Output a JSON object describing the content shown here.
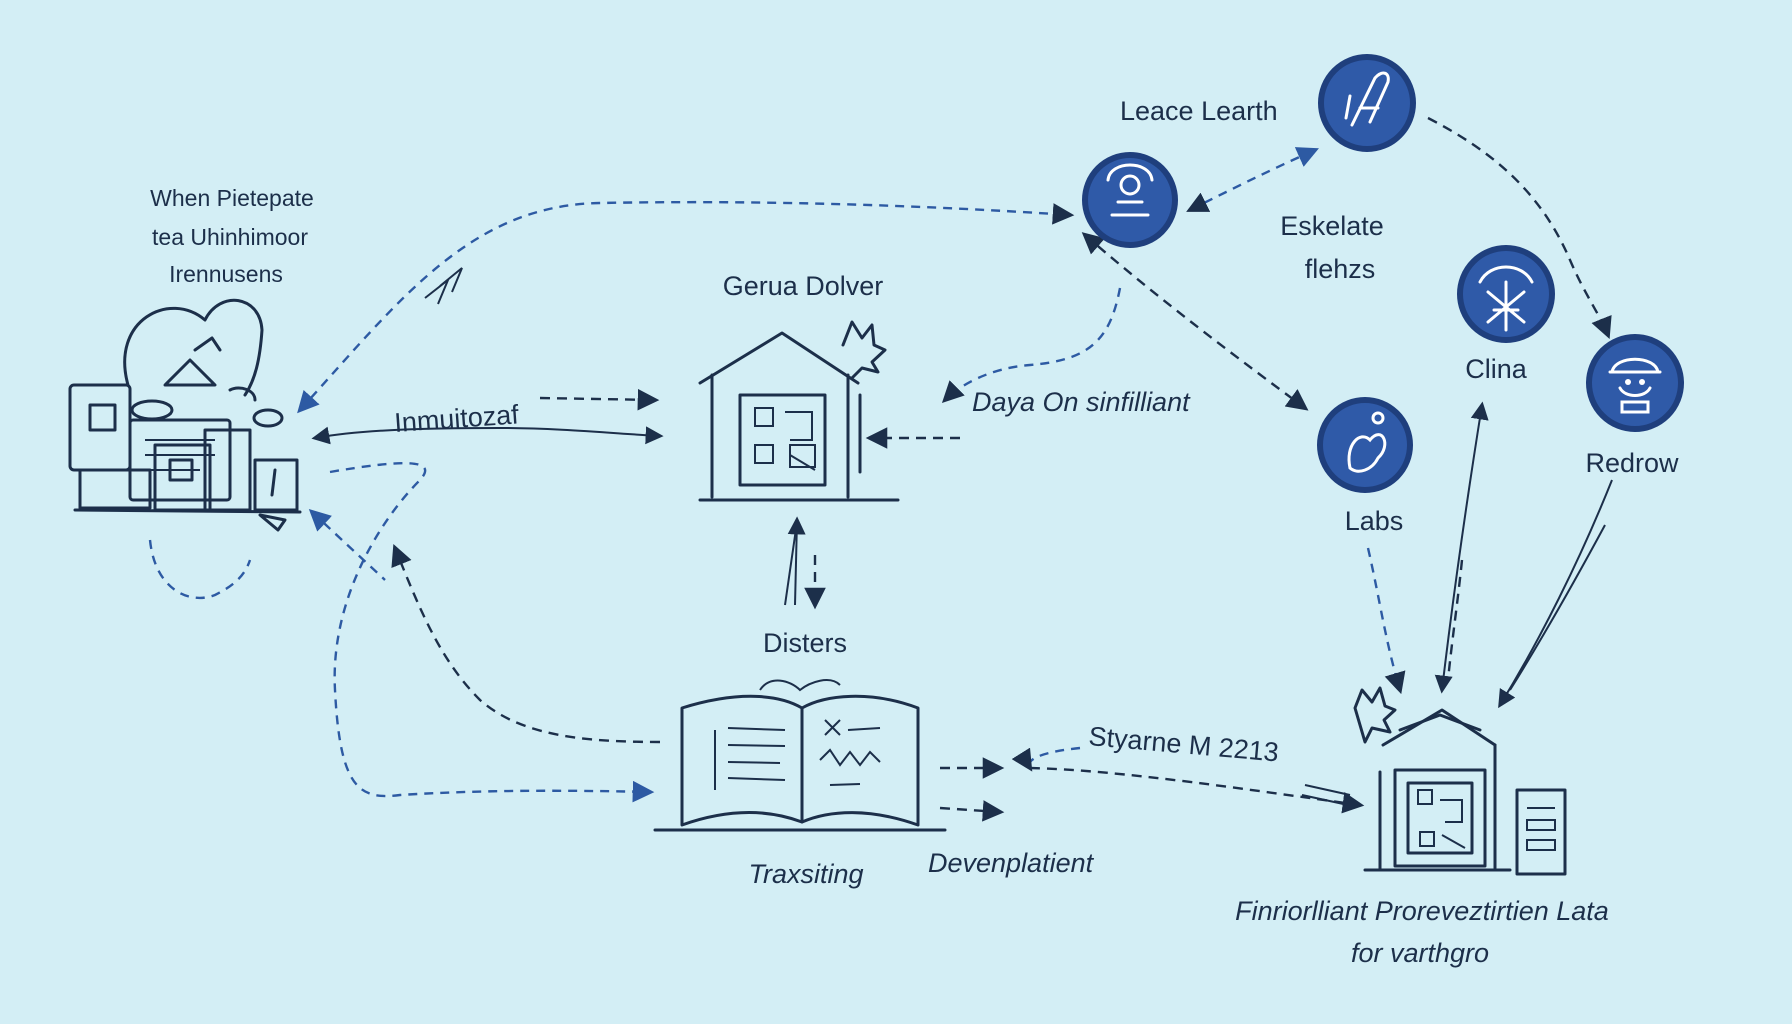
{
  "nodes": {
    "left_cluster": {
      "label_lines": [
        "When Pietepate",
        "tea Uhinhimoor",
        "Irennusens"
      ],
      "icon": "document-pile-icon"
    },
    "center_house": {
      "label": "Gerua Dolver",
      "icon": "house-qr-icon"
    },
    "book": {
      "label": "Disters",
      "caption": "Traxsiting",
      "icon": "open-book-icon"
    },
    "leace_learth": {
      "label": "Leace Learth",
      "icon": "rocket-icon"
    },
    "small_circle": {
      "icon": "gear-person-icon"
    },
    "eskelate": {
      "label_lines": [
        "Eskelate",
        "flehzs"
      ]
    },
    "labs": {
      "label": "Labs",
      "icon": "flask-icon"
    },
    "clina": {
      "label": "Clina",
      "icon": "star-person-icon"
    },
    "redrow": {
      "label": "Redrow",
      "icon": "robot-icon"
    },
    "right_house": {
      "caption_lines": [
        "Finriorlliant Proreveztirtien Lata",
        "for varthgro"
      ],
      "icon": "house-qr-icon"
    }
  },
  "edges": {
    "inmuitozaf": "Inmuitozaf",
    "daya": "Daya On sinfilliant",
    "styarne": "Styarne M 2213",
    "devenplatient": "Devenplatient"
  },
  "colors": {
    "background": "#d3eef5",
    "ink": "#1c2f4a",
    "accent": "#2f5aa8"
  }
}
